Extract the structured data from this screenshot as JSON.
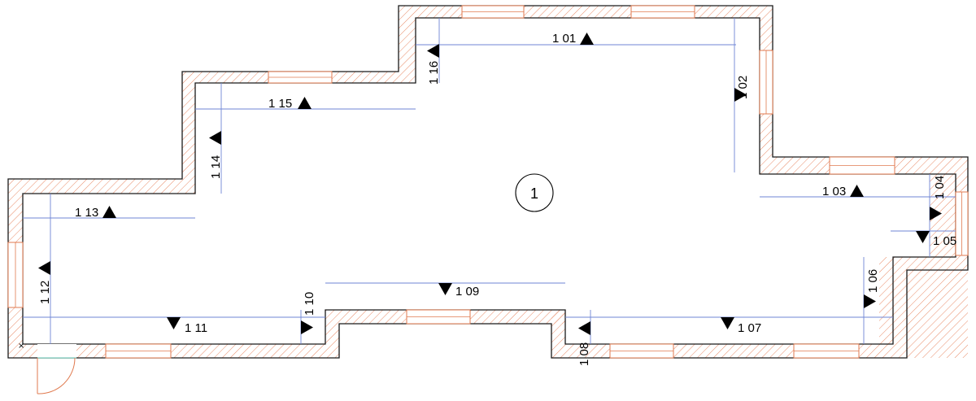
{
  "room": {
    "number": "1"
  },
  "elevations": [
    {
      "id": "1-01",
      "label": "1 01"
    },
    {
      "id": "1-02",
      "label": "1 02"
    },
    {
      "id": "1-03",
      "label": "1 03"
    },
    {
      "id": "1-04",
      "label": "1 04"
    },
    {
      "id": "1-05",
      "label": "1 05"
    },
    {
      "id": "1-06",
      "label": "1 06"
    },
    {
      "id": "1-07",
      "label": "1 07"
    },
    {
      "id": "1-08",
      "label": "1 08"
    },
    {
      "id": "1-09",
      "label": "1 09"
    },
    {
      "id": "1-10",
      "label": "1 10"
    },
    {
      "id": "1-11",
      "label": "1 11"
    },
    {
      "id": "1-12",
      "label": "1 12"
    },
    {
      "id": "1-13",
      "label": "1 13"
    },
    {
      "id": "1-14",
      "label": "1 14"
    },
    {
      "id": "1-15",
      "label": "1 15"
    },
    {
      "id": "1-16",
      "label": "1 16"
    }
  ],
  "origin_mark": "×",
  "colors": {
    "wall_line": "#1a1a1a",
    "hatch": "#e07a4f",
    "reference_line": "#6f86d6",
    "threshold": "#5fc2b0"
  }
}
